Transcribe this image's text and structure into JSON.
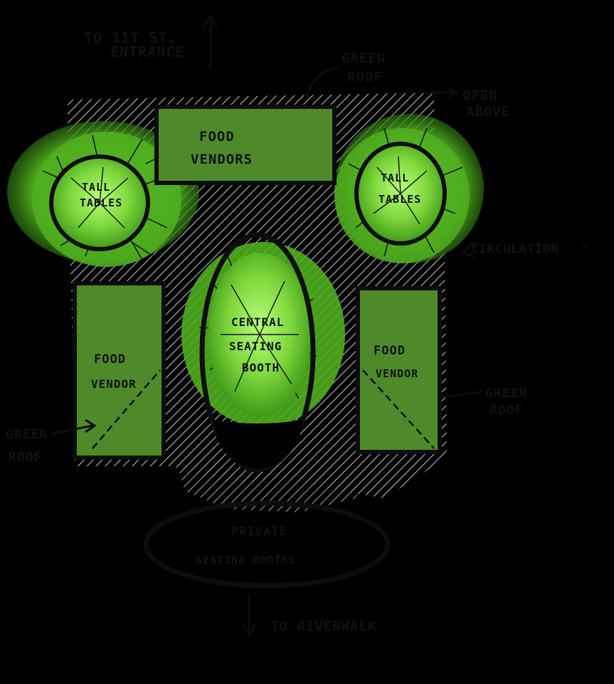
{
  "diagram": {
    "labels": {
      "to_entrance_1": "TO 11T ST.",
      "to_entrance_2": "ENTRANCE",
      "green_roof_top_1": "GREEN",
      "green_roof_top_2": "ROOF",
      "open_above_1": "OPEN",
      "open_above_2": "ABOVE",
      "food_vendors_1": "FOOD",
      "food_vendors_2": "VENDORS",
      "tall_tables_left_1": "TALL",
      "tall_tables_left_2": "TABLES",
      "tall_tables_right_1": "TALL",
      "tall_tables_right_2": "TABLES",
      "circulation": "CIRCULATION",
      "central_1": "CENTRAL",
      "central_2": "SEATING",
      "central_3": "BOOTH",
      "food_vendor_left_1": "FOOD",
      "food_vendor_left_2": "VENDOR",
      "food_vendor_right_1": "FOOD",
      "food_vendor_right_2": "VENDOR",
      "green_roof_left_1": "GREEN",
      "green_roof_left_2": "ROOF",
      "green_roof_right_1": "GREEN",
      "green_roof_right_2": "ROOF",
      "private_1": "PRIVATE",
      "private_2": "SEATING BOOTHS",
      "to_riverwalk": "TO RIVERWALK"
    },
    "colors": {
      "background": "#000000",
      "vendor_fill": "#4f8a2a",
      "tree_light": "#8fe04a",
      "tree_mid": "#5fc02a",
      "hatch": "#b8b8b8",
      "ink": "#0d0d0d"
    }
  }
}
